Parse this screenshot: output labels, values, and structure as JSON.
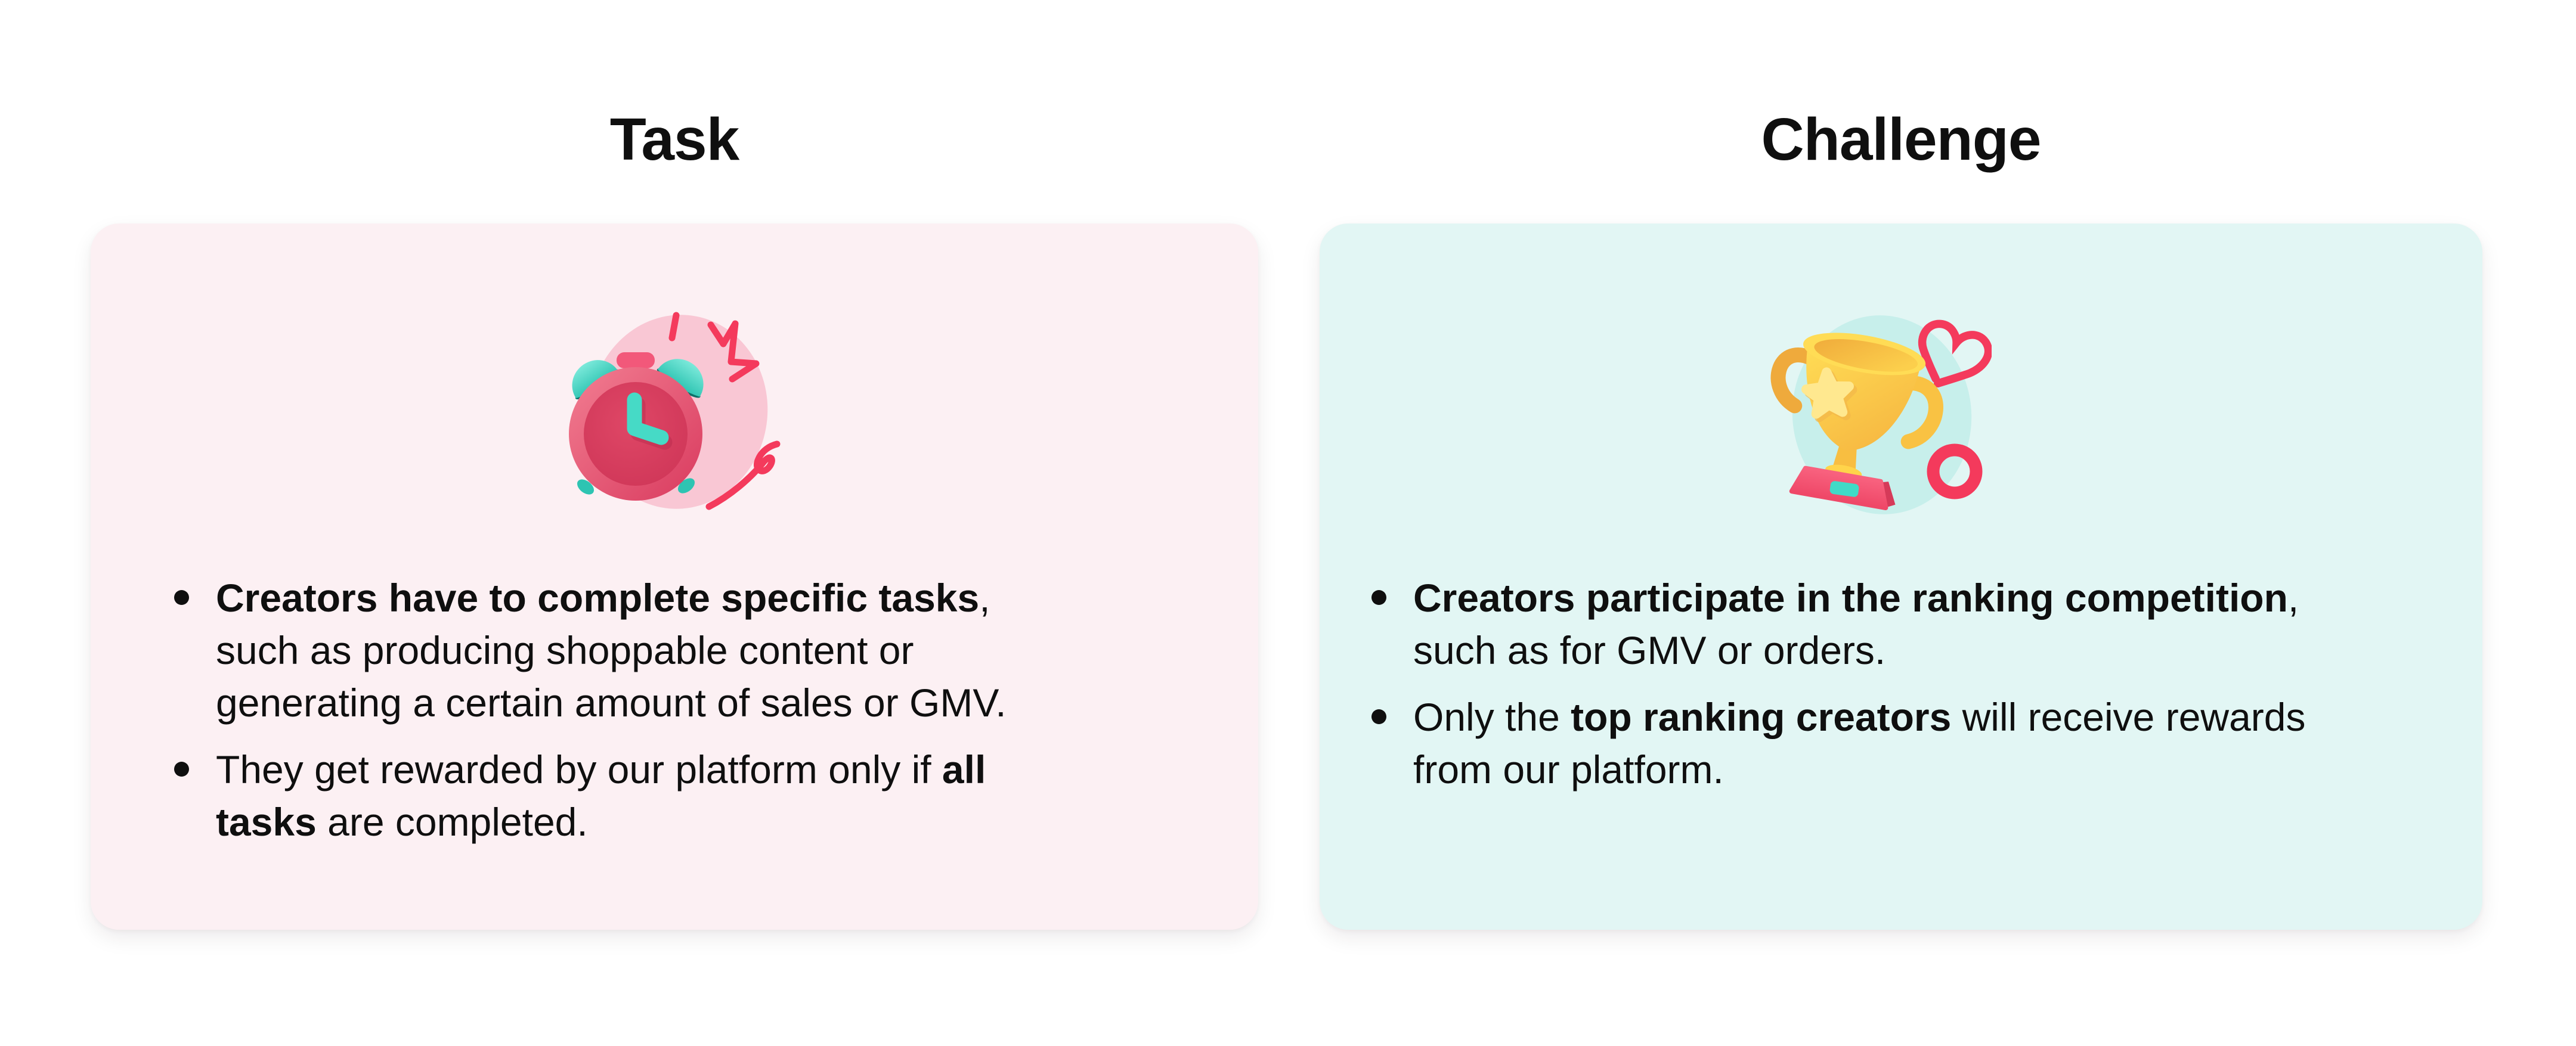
{
  "palette": {
    "text": "#0f0f0f",
    "doodle_red": "#F43A5C",
    "blob_pink": "#F9C7D4",
    "blob_teal": "#C7EFEB",
    "clock_ring_light": "#F27E92",
    "clock_ring_dark": "#D93A5E",
    "clock_face": "#DF4766",
    "clock_face_edge": "#CE3557",
    "teal_bright": "#46DAC6",
    "teal_mid": "#2EC4B2",
    "teal_deep": "#0E6F68",
    "crank_red": "#F2587A",
    "crank_red_dark": "#DE4668",
    "trophy_yellow_light": "#FFDC55",
    "trophy_yellow": "#FFD44A",
    "trophy_yellow_deep": "#F5B23E",
    "trophy_star": "#FFE88F",
    "base_red": "#EF4868",
    "base_red_light": "#F8617E",
    "base_red_dark": "#D63A59",
    "plaque_teal": "#40DAC7"
  },
  "columns": [
    {
      "header": "Task",
      "card_bg": "#FCF0F3",
      "illustration": "alarm-clock",
      "bullets": [
        {
          "lines": [
            [
              {
                "t": "Creators have to complete specific tasks",
                "b": true
              },
              {
                "t": ",",
                "b": false
              }
            ],
            [
              {
                "t": "such as producing shoppable content or",
                "b": false
              }
            ],
            [
              {
                "t": "generating a certain amount of sales or GMV.",
                "b": false
              }
            ]
          ]
        },
        {
          "lines": [
            [
              {
                "t": "They get rewarded by our platform only if ",
                "b": false
              },
              {
                "t": "all",
                "b": true
              }
            ],
            [
              {
                "t": "tasks",
                "b": true
              },
              {
                "t": " are completed.",
                "b": false
              }
            ]
          ]
        }
      ]
    },
    {
      "header": "Challenge",
      "card_bg": "#E2F6F4",
      "illustration": "trophy",
      "bullets": [
        {
          "lines": [
            [
              {
                "t": "Creators participate in the ranking competition",
                "b": true
              },
              {
                "t": ",",
                "b": false
              }
            ],
            [
              {
                "t": "such as for GMV or orders.",
                "b": false
              }
            ]
          ]
        },
        {
          "lines": [
            [
              {
                "t": "Only the ",
                "b": false
              },
              {
                "t": "top ranking creators",
                "b": true
              },
              {
                "t": " will receive rewards",
                "b": false
              }
            ],
            [
              {
                "t": "from our platform.",
                "b": false
              }
            ]
          ]
        }
      ]
    }
  ]
}
